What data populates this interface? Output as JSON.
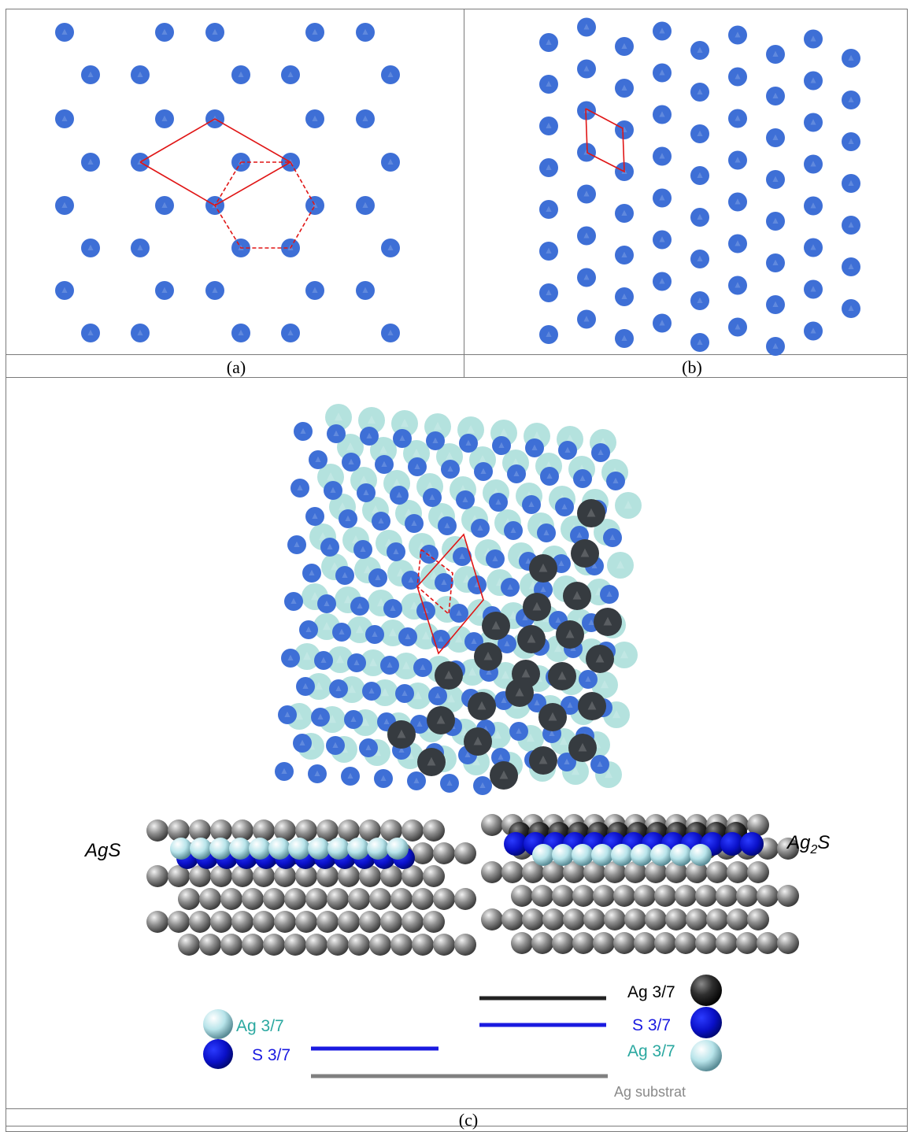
{
  "captions": {
    "a": "(a)",
    "b": "(b)",
    "c": "(c)"
  },
  "colors": {
    "sulfur_top": "#3e6fd6",
    "silver_light": "#b4e2de",
    "silver_dark": "#363b40",
    "substrate": "#8c8c8c",
    "motif_line": "#e01515",
    "label_teal": "#2aa8a0",
    "label_blue": "#1a1ae0",
    "label_dark": "#000000",
    "label_gray": "#8a8a8a"
  },
  "side_views": {
    "left_title": "AgS",
    "right_title_main": "Ag",
    "right_title_sub": "2",
    "right_title_tail": "S"
  },
  "legend": {
    "left_ag": "Ag 3/7",
    "left_s": "S 3/7",
    "right_ag_dark": "Ag 3/7",
    "right_s": "S 3/7",
    "right_ag_light": "Ag 3/7",
    "substrate": "Ag substrat"
  }
}
